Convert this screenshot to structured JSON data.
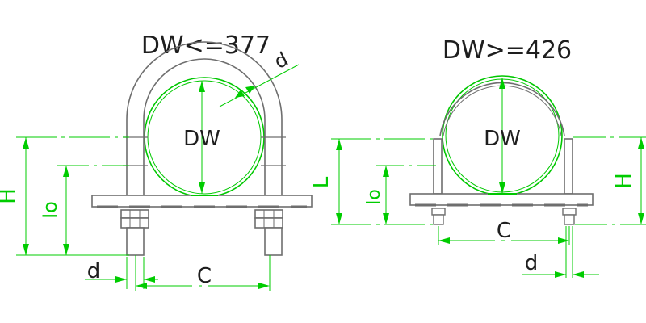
{
  "colors": {
    "outline": "#6e6e6e",
    "dimension": "#00cc00",
    "pipe": "#00c800",
    "text": "#1e1e1e"
  },
  "left": {
    "title": "DW<=377",
    "labels": {
      "dw": "DW",
      "h": "H",
      "io": "Io",
      "d_top": "d",
      "d_bottom": "d",
      "c": "C"
    }
  },
  "right": {
    "title": "DW>=426",
    "labels": {
      "dw": "DW",
      "l": "L",
      "lo": "lo",
      "h": "H",
      "c": "C",
      "d": "d"
    }
  }
}
